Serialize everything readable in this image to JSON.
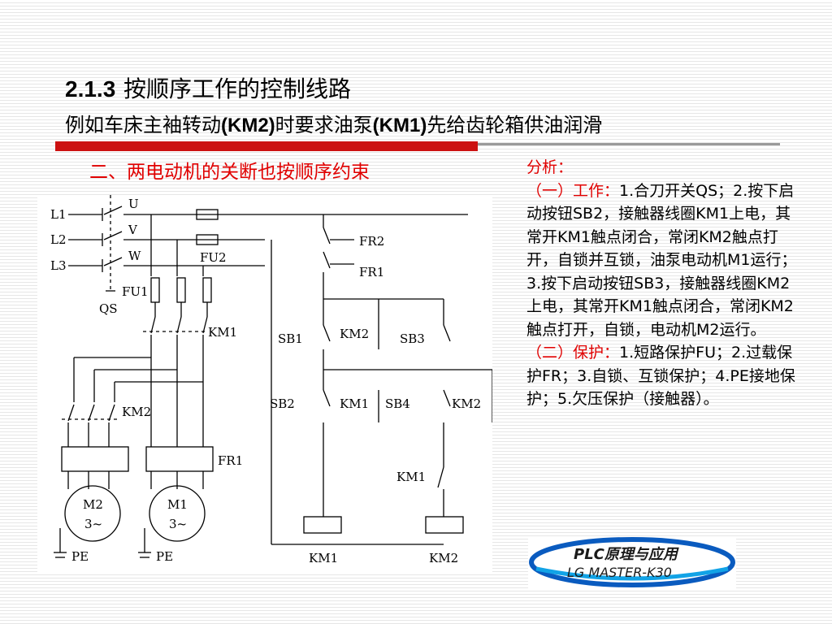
{
  "heading": {
    "number": "2.1.3",
    "title": "按顺序工作的控制线路",
    "subtitle_parts": [
      "例如车床主袖转动",
      "(KM2)",
      "时要求油泵",
      "(KM1)",
      "先给齿轮箱供油润滑"
    ]
  },
  "section_title": "二、两电动机的关断也按顺序约束",
  "analysis": {
    "label": "分析：",
    "work_title": "（一）工作：",
    "work_text": "1.合刀开关QS；2.按下启动按钮SB2，接触器线圈KM1上电，其常开KM1触点闭合，常闭KM2触点打开，自锁并互锁，油泵电动机M1运行；3.按下启动按钮SB3，接触器线圈KM2上电，其常开KM1触点闭合，常闭KM2触点打开，自锁，电动机M2运行。",
    "protect_title": "（二）保护：",
    "protect_text": "1.短路保护FU；2.过载保护FR；3.自锁、互锁保护；4.PE接地保护；5.欠压保护（接触器）。"
  },
  "circuit": {
    "lines": [
      "L1",
      "L2",
      "L3"
    ],
    "phases": [
      "U",
      "V",
      "W"
    ],
    "switch": "QS",
    "fuses": [
      "FU1",
      "FU2"
    ],
    "relays": [
      "FR2",
      "FR1"
    ],
    "buttons": [
      "SB1",
      "SB2",
      "SB3",
      "SB4"
    ],
    "contactors": [
      "KM1",
      "KM2"
    ],
    "motors": [
      {
        "name": "M2",
        "type": "3~"
      },
      {
        "name": "M1",
        "type": "3~"
      }
    ],
    "ground": "PE"
  },
  "logo": {
    "line1": "PLC原理与应用",
    "line2": "LG MASTER-K30"
  }
}
